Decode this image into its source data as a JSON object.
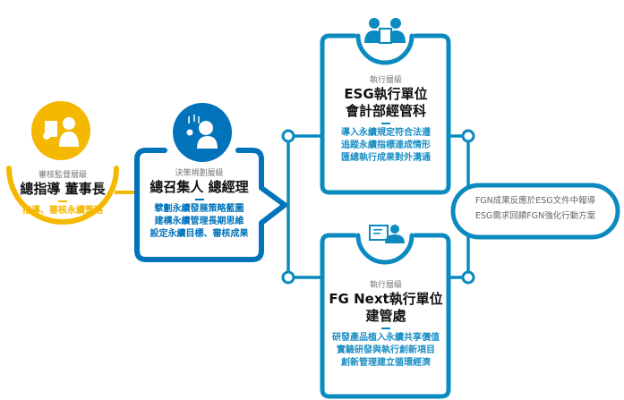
{
  "colors": {
    "yellow": "#f5b800",
    "blue": "#0073bb",
    "teal": "#0a8abf"
  },
  "supervisory": {
    "icon": "checklist-person-icon",
    "level": "審核監督層級",
    "title": "總指導 董事長",
    "items": [
      "指導、審核永續策略"
    ]
  },
  "decision": {
    "icon": "strategy-person-icon",
    "level": "決策規劃層級",
    "title": "總召集人 總經理",
    "items": [
      "擘劃永續發展策略藍圖",
      "建構永續管理長期思維",
      "設定永續目標、審核成果"
    ]
  },
  "esg": {
    "icon": "team-document-icon",
    "level": "執行層級",
    "title_lines": [
      "ESG執行單位",
      "會計部經管科"
    ],
    "items": [
      "導入永續規定符合法遵",
      "追蹤永續指標達成情形",
      "匯總執行成果對外溝通"
    ]
  },
  "fgnext": {
    "icon": "computer-user-icon",
    "level": "執行層級",
    "title_lines": [
      "FG Next執行單位",
      "建管處"
    ],
    "items": [
      "研發產品植入永續共享價值",
      "實驗研發與執行創新項目",
      "創新管理建立循環經濟"
    ]
  },
  "feedback": {
    "lines": [
      "FGN成果反應於ESG文件中報導",
      "ESG需求回饋FGN強化行動方案"
    ]
  }
}
